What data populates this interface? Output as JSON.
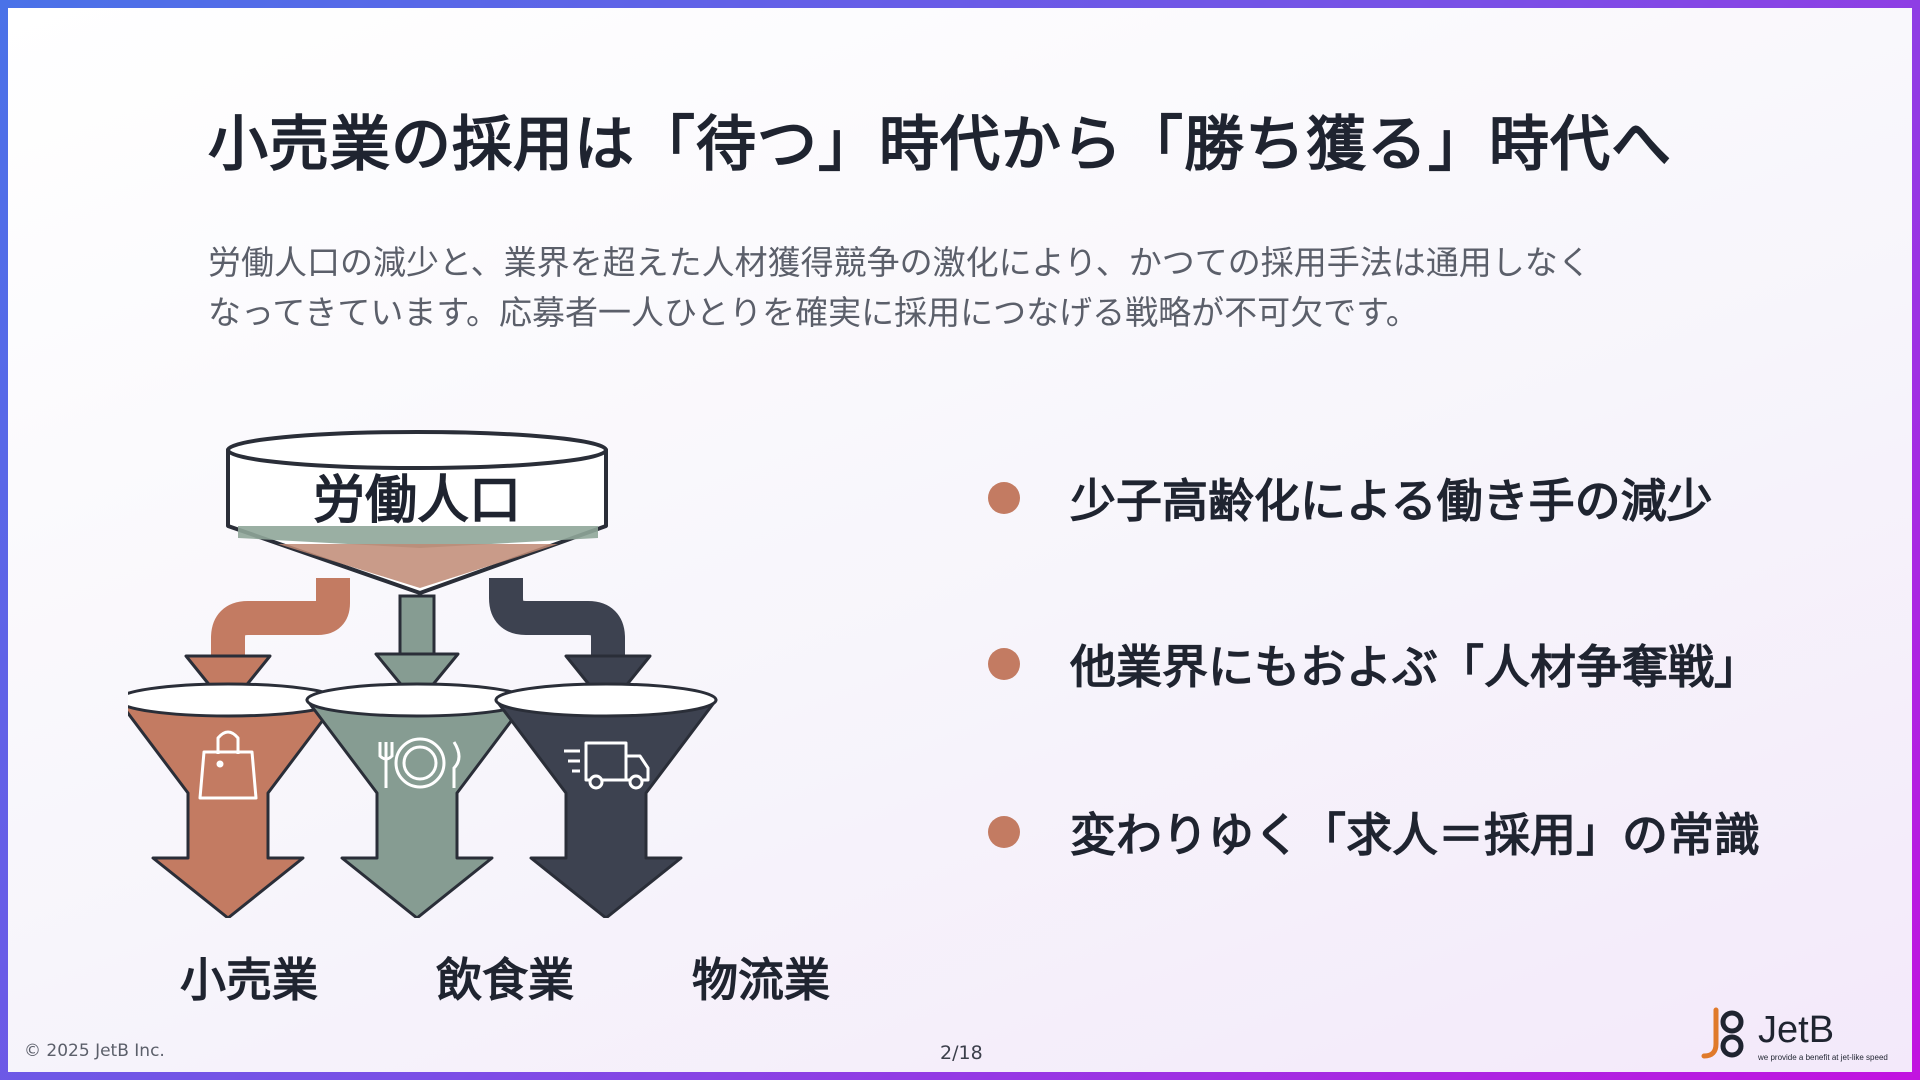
{
  "slide": {
    "title": "小売業の採用は「待つ」時代から「勝ち獲る」時代へ",
    "description_lines": [
      "労働人口の減少と、業界を超えた人材獲得競争の激化により、かつての採用手法は通用しなく",
      "なってきています。応募者一人ひとりを確実に採用につなげる戦略が不可欠です。"
    ]
  },
  "diagram": {
    "source_label": "労働人口",
    "targets": [
      {
        "label": "小売業",
        "icon": "shopping-bag-icon",
        "color": "#c37b62"
      },
      {
        "label": "飲食業",
        "icon": "dining-icon",
        "color": "#869c92"
      },
      {
        "label": "物流業",
        "icon": "delivery-truck-icon",
        "color": "#3d4250"
      }
    ]
  },
  "bullets": [
    "少子高齢化による働き手の減少",
    "他業界にもおよぶ「人材争奪戦」",
    "変わりゆく「求人＝採用」の常識"
  ],
  "footer": {
    "copyright": "© 2025 JetB Inc.",
    "page": "2/18",
    "logo_text": "JetB",
    "logo_tagline": "we provide a benefit at jet-like speed"
  },
  "colors": {
    "accent": "#c37b62",
    "sage": "#869c92",
    "slate": "#3d4250",
    "frame_start": "#4a72e8",
    "frame_end": "#c213e0"
  }
}
